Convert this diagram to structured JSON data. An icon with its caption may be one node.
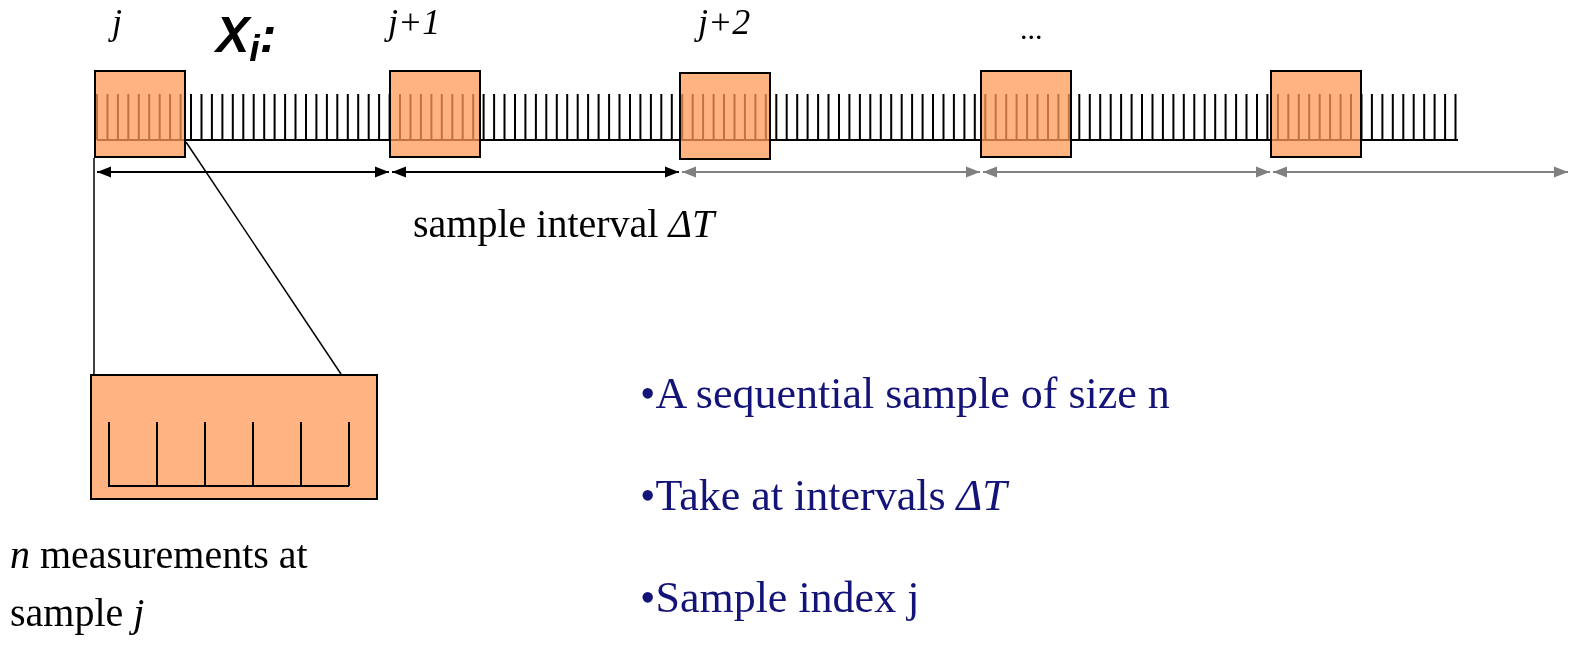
{
  "diagram": {
    "nodes": [
      {
        "text": [],
        "shape": "box",
        "beside": [
          "j"
        ]
      },
      {
        "text": [],
        "shape": "box",
        "beside": [
          "j+1"
        ]
      },
      {
        "text": [],
        "shape": "box",
        "beside": [
          "j+2"
        ]
      },
      {
        "text": [],
        "shape": "box",
        "beside": [
          "..."
        ]
      },
      {
        "text": [],
        "shape": "box"
      },
      {
        "text": [],
        "shape": "box",
        "beside": [
          "*n* measurements at sample *j*"
        ]
      }
    ],
    "edges": [
      {
        "from": 0,
        "to": 5,
        "arrow": "none"
      },
      {
        "from": 0,
        "to": 5,
        "arrow": "none"
      },
      {
        "from": 0,
        "to": 1,
        "arrow": "both"
      },
      {
        "from": 1,
        "to": 2,
        "arrow": "both"
      },
      {
        "from": 2,
        "to": 3,
        "arrow": "both",
        "color": "#808080"
      },
      {
        "from": 3,
        "to": 4,
        "arrow": "both",
        "color": "#808080"
      },
      {
        "from": 4,
        "to": null,
        "arrow": "both",
        "color": "#808080"
      }
    ],
    "labels": [
      "X$_{i}$:",
      "sample interval *ΔT*",
      "•A sequential sample of size n",
      "•Take at intervals *ΔT*",
      "•Sample index j"
    ]
  }
}
